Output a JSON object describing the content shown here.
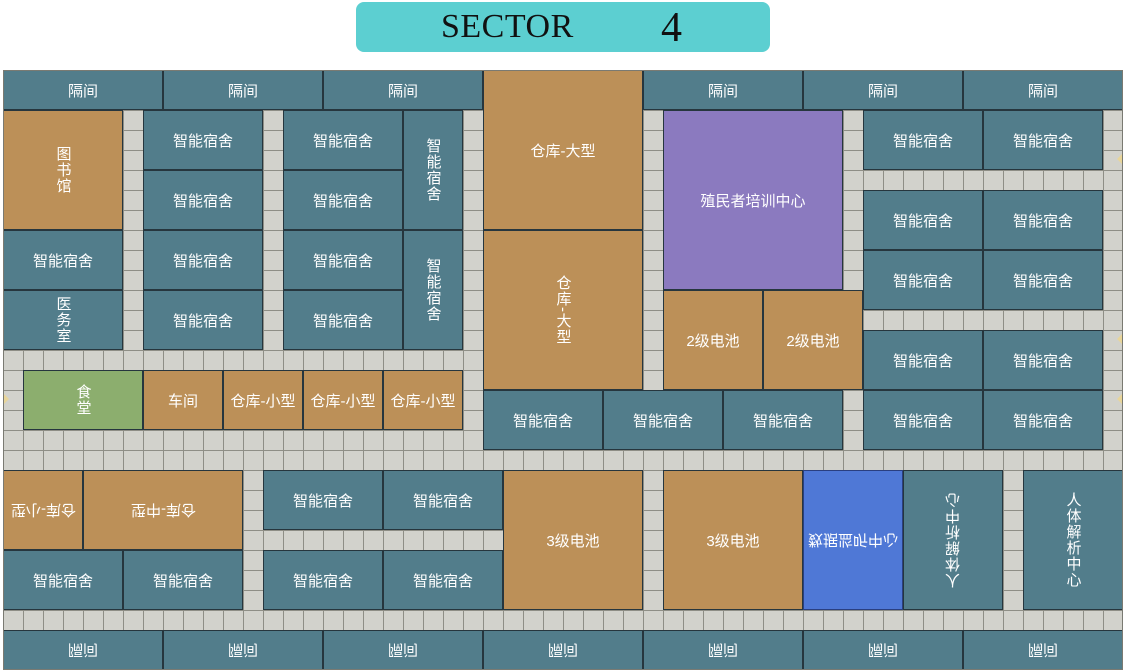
{
  "header": {
    "word": "SECTOR",
    "number": "4"
  },
  "labels": {
    "partition": "隔间",
    "smart_dorm": "智能宿舍",
    "library": "图书馆",
    "medical": "医务室",
    "canteen": "食堂",
    "workshop": "车间",
    "warehouse_large": "仓库-大型",
    "warehouse_medium": "仓库-中型",
    "warehouse_small": "仓库-小型",
    "training_center": "殖民者培训中心",
    "battery_2": "2级电池",
    "battery_3": "3级电池",
    "data_center": "数据监听中心",
    "bio_center": "人体解析中心"
  },
  "colors": {
    "room_teal": "#527d8b",
    "room_tan": "#bc9058",
    "room_purple": "#8b7abf",
    "room_green": "#8cae6e",
    "room_blue": "#4f78d6",
    "header_bg": "#5ccfd1",
    "corridor": "#d2d2cc"
  }
}
